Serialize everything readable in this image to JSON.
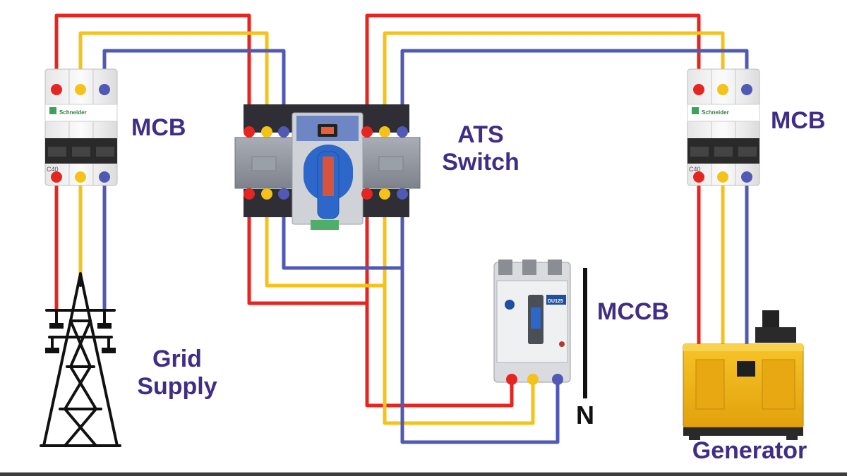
{
  "labels": {
    "mcb_left": "MCB",
    "mcb_right": "MCB",
    "ats_line1": "ATS",
    "ats_line2": "Switch",
    "mccb": "MCCB",
    "neutral": "N",
    "grid_line1": "Grid",
    "grid_line2": "Supply",
    "generator": "Generator"
  },
  "device_text": {
    "mcb_brand": "Schneider",
    "mcb_rating": "C40",
    "mccb_model": "DU125"
  },
  "wire_colors": {
    "phase1": "#e52620",
    "phase2": "#f5c21a",
    "phase3": "#5059b3"
  },
  "label_color": "#3f2d86"
}
